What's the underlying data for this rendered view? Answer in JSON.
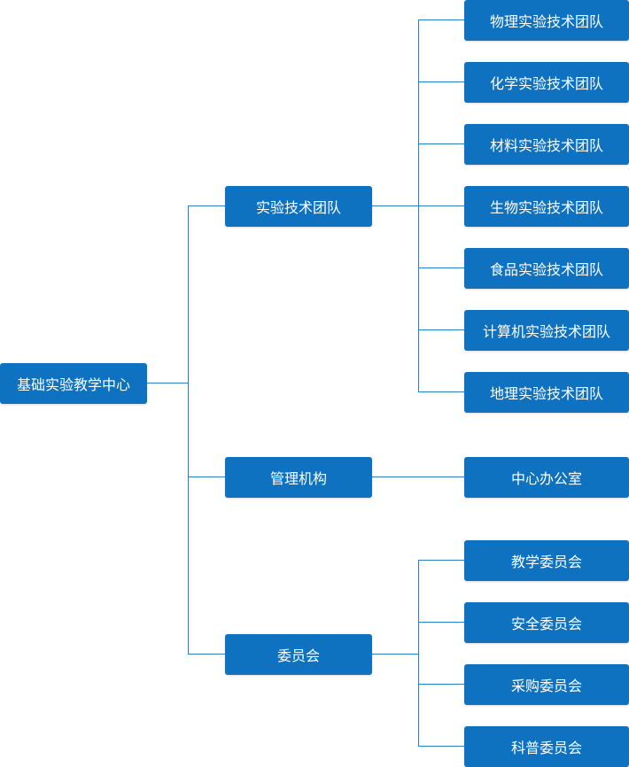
{
  "org": {
    "root": {
      "label": "基础实验教学中心"
    },
    "branches": [
      {
        "label": "实验技术团队",
        "children": [
          "物理实验技术团队",
          "化学实验技术团队",
          "材料实验技术团队",
          "生物实验技术团队",
          "食品实验技术团队",
          "计算机实验技术团队",
          "地理实验技术团队"
        ]
      },
      {
        "label": "管理机构",
        "children": [
          "中心办公室"
        ]
      },
      {
        "label": "委员会",
        "children": [
          "教学委员会",
          "安全委员会",
          "采购委员会",
          "科普委员会"
        ]
      }
    ]
  },
  "colors": {
    "node": "#0e72c0",
    "connector": "#2a7fc6",
    "text": "#ffffff"
  }
}
